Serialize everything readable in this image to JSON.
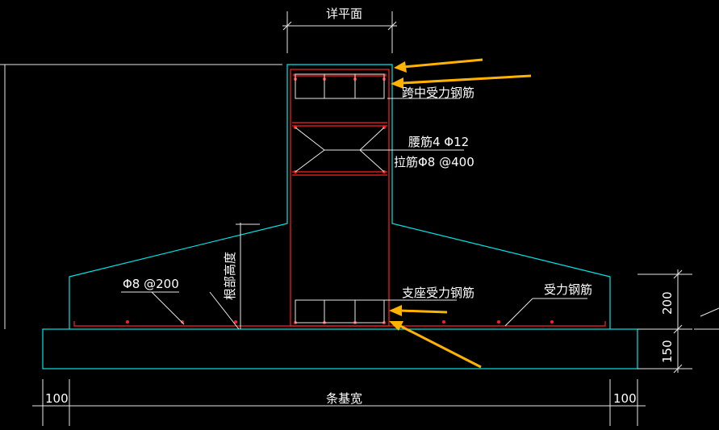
{
  "labels": {
    "width_label": "详平面",
    "mid_span_steel": "跨中受力钢筋",
    "waist_steel": "腰筋4 Φ12",
    "tie_steel": "拉筋Φ8 @400",
    "stirrup_left": "Φ8 @200",
    "root_height": "根部高度",
    "support_steel": "支座受力钢筋",
    "main_steel": "受力钢筋",
    "dim_200": "200",
    "dim_150": "150",
    "dim_100_left": "100",
    "dim_100_right": "100",
    "strip_width": "条基宽"
  },
  "colors": {
    "concrete_outline": "#00e5e5",
    "rebar": "#ff2020",
    "annotation": "#e8e8e8",
    "highlight_arrow": "#ffb300",
    "background": "#000000"
  }
}
